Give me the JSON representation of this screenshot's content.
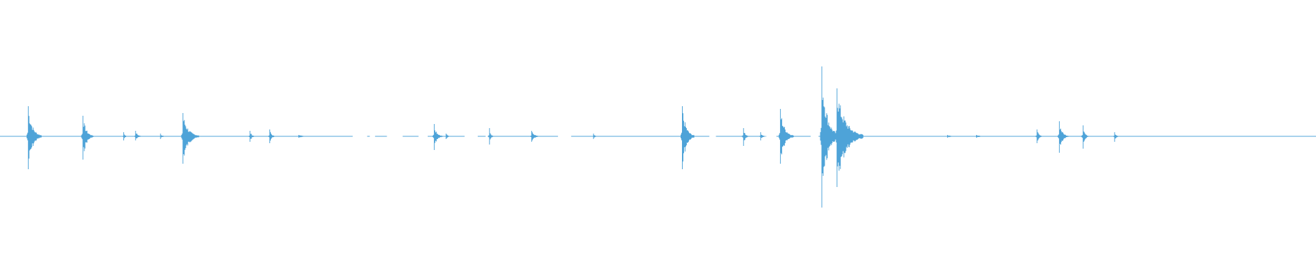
{
  "waveform": {
    "color": "#4ea3d8",
    "background": "#ffffff",
    "amplitude_range": [
      -1,
      1
    ],
    "time_range": [
      0,
      1
    ],
    "baseline_gaps": [
      [
        0.268,
        0.279
      ],
      [
        0.281,
        0.285
      ],
      [
        0.294,
        0.306
      ],
      [
        0.318,
        0.325
      ],
      [
        0.353,
        0.363
      ],
      [
        0.369,
        0.373
      ],
      [
        0.424,
        0.434
      ],
      [
        0.539,
        0.544
      ],
      [
        0.58,
        0.59
      ],
      [
        0.616,
        0.622
      ]
    ],
    "transients": [
      {
        "t": 0.0215,
        "up": 0.22,
        "down": 0.24,
        "decay": 0.01
      },
      {
        "t": 0.063,
        "up": 0.15,
        "down": 0.17,
        "decay": 0.008
      },
      {
        "t": 0.094,
        "up": 0.03,
        "down": 0.03,
        "decay": 0.003
      },
      {
        "t": 0.103,
        "up": 0.04,
        "down": 0.03,
        "decay": 0.005
      },
      {
        "t": 0.122,
        "up": 0.02,
        "down": 0.02,
        "decay": 0.004
      },
      {
        "t": 0.139,
        "up": 0.17,
        "down": 0.2,
        "decay": 0.012
      },
      {
        "t": 0.19,
        "up": 0.04,
        "down": 0.04,
        "decay": 0.004
      },
      {
        "t": 0.205,
        "up": 0.05,
        "down": 0.05,
        "decay": 0.004
      },
      {
        "t": 0.227,
        "up": 0.01,
        "down": 0.01,
        "decay": 0.012
      },
      {
        "t": 0.33,
        "up": 0.09,
        "down": 0.1,
        "decay": 0.006
      },
      {
        "t": 0.339,
        "up": 0.02,
        "down": 0.02,
        "decay": 0.004
      },
      {
        "t": 0.372,
        "up": 0.06,
        "down": 0.06,
        "decay": 0.003
      },
      {
        "t": 0.404,
        "up": 0.04,
        "down": 0.04,
        "decay": 0.006
      },
      {
        "t": 0.451,
        "up": 0.02,
        "down": 0.02,
        "decay": 0.003
      },
      {
        "t": 0.5185,
        "up": 0.22,
        "down": 0.24,
        "decay": 0.009
      },
      {
        "t": 0.565,
        "up": 0.06,
        "down": 0.07,
        "decay": 0.004
      },
      {
        "t": 0.578,
        "up": 0.03,
        "down": 0.03,
        "decay": 0.004
      },
      {
        "t": 0.593,
        "up": 0.2,
        "down": 0.2,
        "decay": 0.01
      },
      {
        "t": 0.6245,
        "up": 0.51,
        "down": 0.52,
        "decay": 0.012
      },
      {
        "t": 0.636,
        "up": 0.35,
        "down": 0.37,
        "decay": 0.02
      },
      {
        "t": 0.72,
        "up": 0.01,
        "down": 0.01,
        "decay": 0.01
      },
      {
        "t": 0.742,
        "up": 0.01,
        "down": 0.01,
        "decay": 0.01
      },
      {
        "t": 0.788,
        "up": 0.05,
        "down": 0.05,
        "decay": 0.004
      },
      {
        "t": 0.805,
        "up": 0.11,
        "down": 0.12,
        "decay": 0.007
      },
      {
        "t": 0.823,
        "up": 0.08,
        "down": 0.09,
        "decay": 0.004
      },
      {
        "t": 0.847,
        "up": 0.03,
        "down": 0.04,
        "decay": 0.004
      }
    ]
  }
}
